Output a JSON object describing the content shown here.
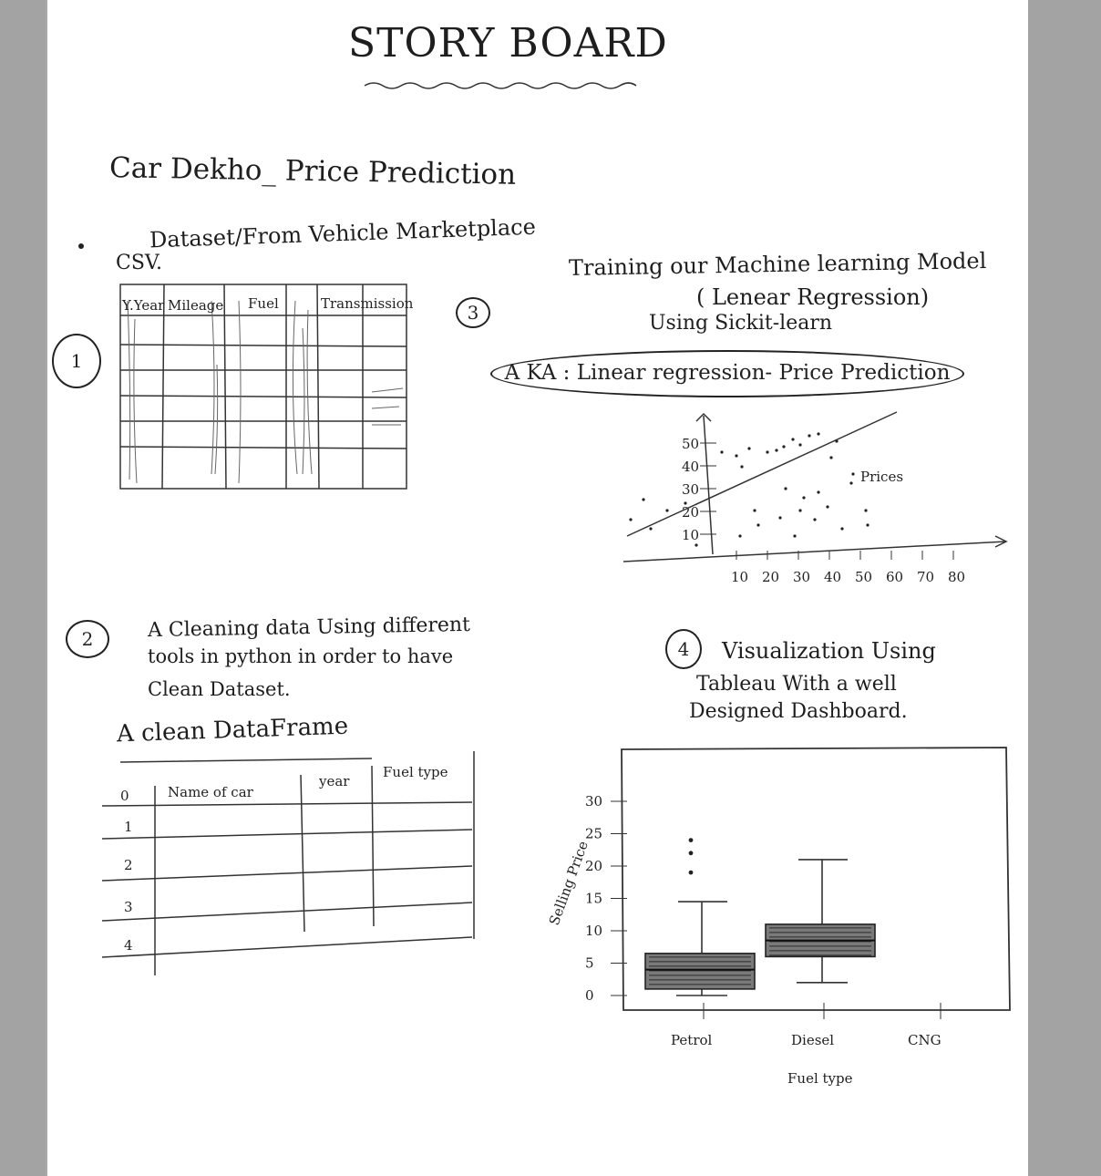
{
  "title": "STORY BOARD",
  "subtitle": "Car Dekho_ Price Prediction",
  "step1": {
    "number": "1",
    "dataset_label": "Dataset/From Vehicle Marketplace",
    "csv_label": "CSV.",
    "columns": [
      "Y.Year",
      "Mileage",
      "Fuel",
      "Transmission"
    ]
  },
  "step2": {
    "number": "2",
    "line1": "A Cleaning data Using different",
    "line2": "tools in python in order to have",
    "line3": "Clean Dataset.",
    "frame_label": "A clean DataFrame",
    "columns": [
      "Name of car",
      "year",
      "Fuel type"
    ],
    "rows": [
      "0",
      "1",
      "2",
      "3",
      "4"
    ]
  },
  "step3": {
    "number": "3",
    "line1": "Training our Machine learning Model",
    "line2": "( Lenear Regression)",
    "line3": "Using Sickit-learn",
    "aka": "A KA : Linear regression- Price Prediction",
    "series_label": "Prices"
  },
  "step4": {
    "number": "4",
    "line1": "Visualization Using",
    "line2": "Tableau With a well",
    "line3": "Designed Dashboard."
  },
  "chart_data": [
    {
      "type": "scatter",
      "title": "",
      "xlabel": "",
      "ylabel": "",
      "x_ticks": [
        10,
        20,
        30,
        40,
        50,
        60,
        70,
        80
      ],
      "y_ticks": [
        10,
        20,
        30,
        40,
        50
      ],
      "series": [
        {
          "name": "Prices"
        }
      ],
      "trend_line": true
    },
    {
      "type": "box",
      "xlabel": "Fuel type",
      "ylabel": "Selling Price",
      "y_ticks": [
        0,
        5,
        10,
        15,
        20,
        25,
        30
      ],
      "categories": [
        "Petrol",
        "Diesel",
        "CNG"
      ],
      "boxes": [
        {
          "category": "Petrol",
          "min": 0,
          "q1": 1,
          "median": 4,
          "q3": 6.5,
          "max": 14.5,
          "outliers": [
            19,
            22,
            24
          ]
        },
        {
          "category": "Diesel",
          "min": 2,
          "q1": 6,
          "median": 8.5,
          "q3": 11,
          "max": 21
        }
      ]
    }
  ]
}
